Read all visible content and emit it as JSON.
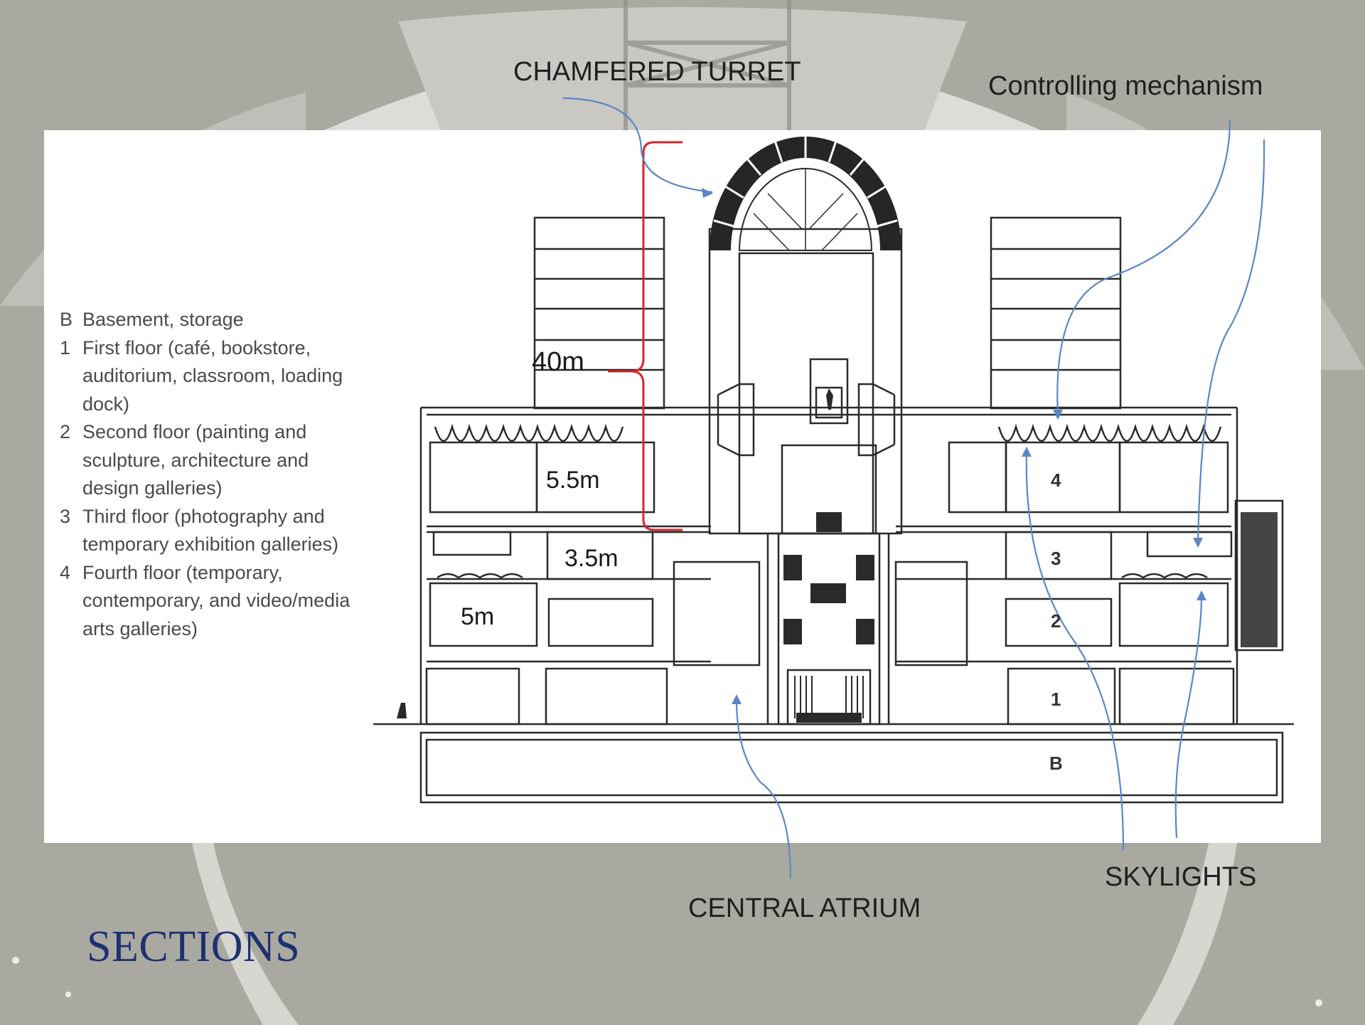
{
  "title": "SECTIONS",
  "callouts": {
    "turret": "CHAMFERED TURRET",
    "mechanism": "Controlling mechanism",
    "atrium": "CENTRAL ATRIUM",
    "skylights": "SKYLIGHTS"
  },
  "dimensions": {
    "total_height": "40m",
    "floor4_height": "5.5m",
    "floor3_height": "3.5m",
    "floor2_height": "5m"
  },
  "floor_labels": {
    "f4": "4",
    "f3": "3",
    "f2": "2",
    "f1": "1",
    "basement": "B"
  },
  "legend": [
    {
      "key": "B",
      "text": "Basement, storage"
    },
    {
      "key": "1",
      "text": "First floor (café, bookstore, auditorium, classroom, loading dock)"
    },
    {
      "key": "2",
      "text": "Second floor (painting and sculpture, architecture and design galleries)"
    },
    {
      "key": "3",
      "text": "Third floor (photography and temporary exhibition galleries)"
    },
    {
      "key": "4",
      "text": "Fourth floor (temporary, contemporary, and video/media arts galleries)"
    }
  ],
  "colors": {
    "background": "#a9a8a1",
    "title": "#1c3170",
    "annotation_arrow": "#5b86c6",
    "dimension_bracket": "#d4272b",
    "line_work": "#2a2a2a"
  }
}
